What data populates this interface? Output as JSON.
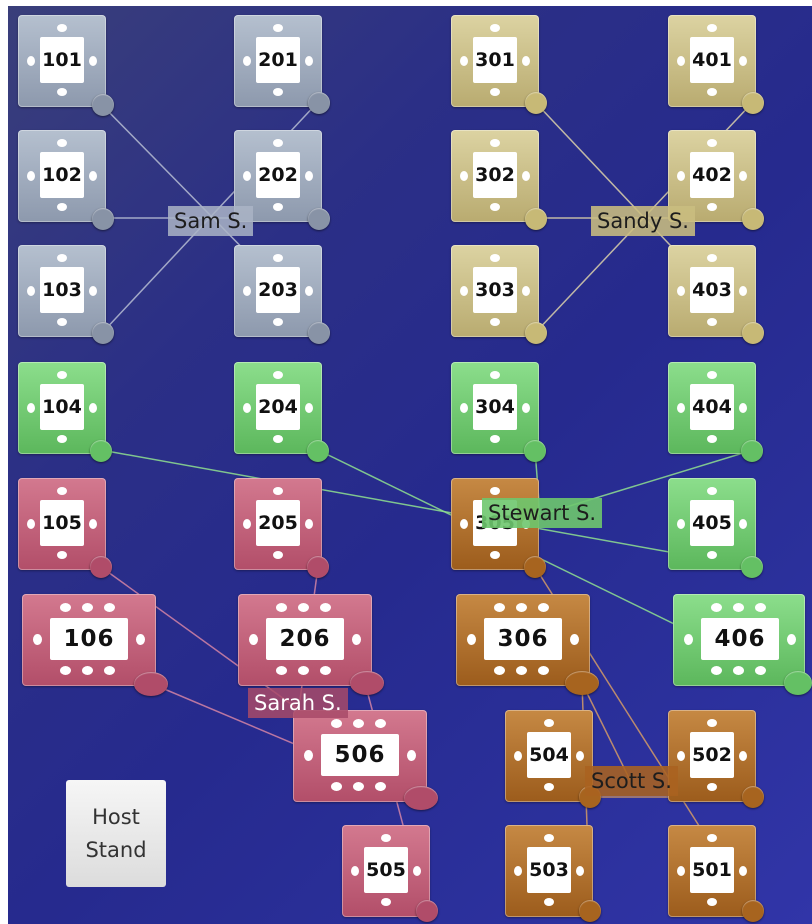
{
  "floor_plan": {
    "colors": {
      "gray": "#8d99ad",
      "tan": "#c7b976",
      "green": "#64c064",
      "rose": "#b04c69",
      "orange": "#a7641f"
    },
    "tables": {
      "t101": "101",
      "t102": "102",
      "t103": "103",
      "t104": "104",
      "t105": "105",
      "t106": "106",
      "t201": "201",
      "t202": "202",
      "t203": "203",
      "t204": "204",
      "t205": "205",
      "t206": "206",
      "t301": "301",
      "t302": "302",
      "t303": "303",
      "t304": "304",
      "t305": "305",
      "t306": "306",
      "t401": "401",
      "t402": "402",
      "t403": "403",
      "t404": "404",
      "t405": "405",
      "t406": "406",
      "t501": "501",
      "t502": "502",
      "t503": "503",
      "t504": "504",
      "t505": "505",
      "t506": "506"
    },
    "servers": {
      "sam": "Sam S.",
      "sandy": "Sandy S.",
      "stewart": "Stewart S.",
      "sarah": "Sarah S.",
      "scott": "Scott S."
    },
    "host_stand": "Host\nStand"
  }
}
